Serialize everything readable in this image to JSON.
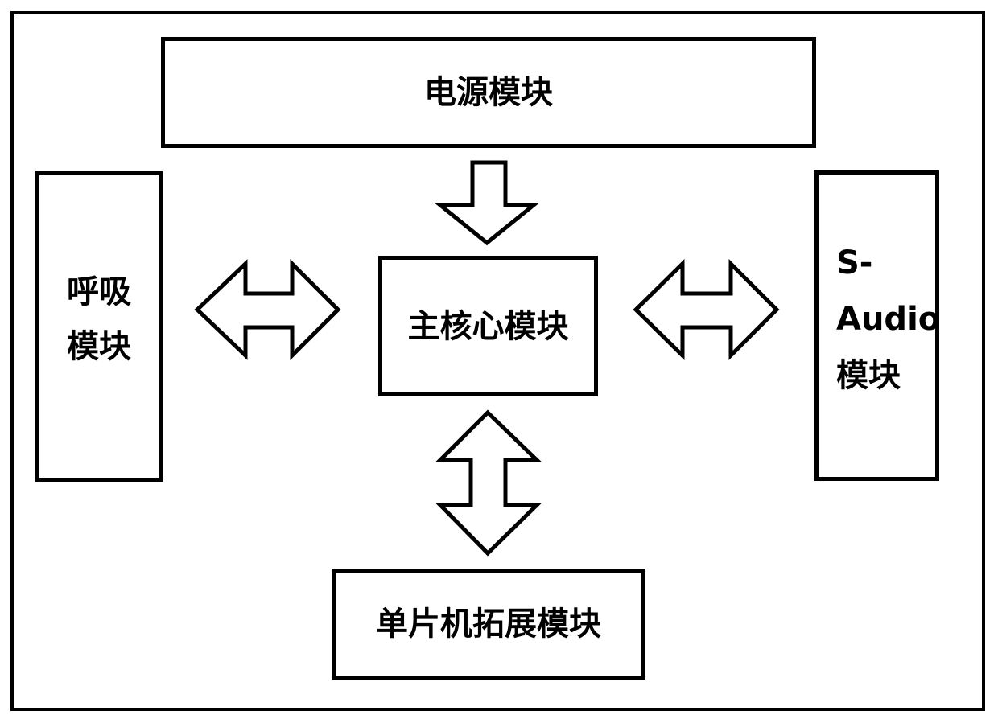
{
  "diagram": {
    "background_color": "#ffffff",
    "line_color": "#000000",
    "nodes": {
      "power": {
        "label": "电源模块"
      },
      "breathing": {
        "line1": "呼吸",
        "line2": "模块"
      },
      "core": {
        "label": "主核心模块"
      },
      "s_audio": {
        "line1": "S-",
        "line2": "Audio",
        "line3": "模块"
      },
      "mcu": {
        "label": "单片机拓展模块"
      }
    },
    "connections": [
      {
        "from": "电源模块",
        "to": "主核心模块",
        "direction": "one-way",
        "orientation": "down"
      },
      {
        "from": "呼吸模块",
        "to": "主核心模块",
        "direction": "two-way",
        "orientation": "horizontal"
      },
      {
        "from": "主核心模块",
        "to": "S-Audio模块",
        "direction": "two-way",
        "orientation": "horizontal"
      },
      {
        "from": "主核心模块",
        "to": "单片机拓展模块",
        "direction": "two-way",
        "orientation": "vertical"
      }
    ]
  }
}
